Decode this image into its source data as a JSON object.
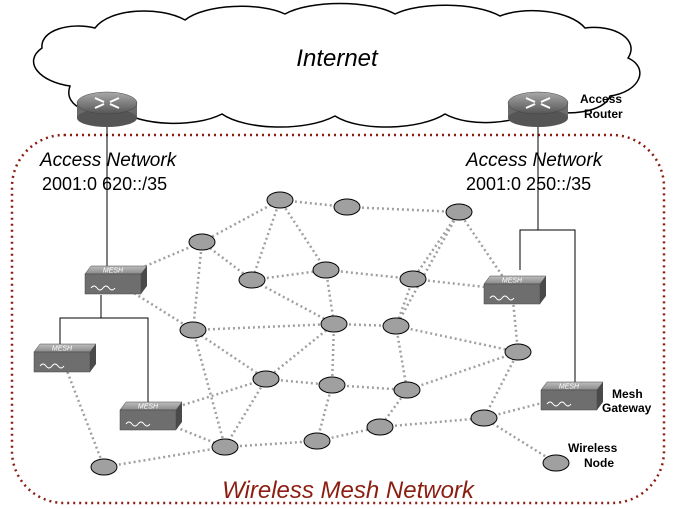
{
  "internet_label": "Internet",
  "left_network": {
    "title": "Access Network",
    "prefix": "2001:0 620::/35"
  },
  "right_network": {
    "title": "Access Network",
    "prefix": "2001:0 250::/35"
  },
  "callouts": {
    "access_router": [
      "Access",
      "Router"
    ],
    "mesh_gateway": [
      "Mesh",
      "Gateway"
    ],
    "wireless_node": [
      "Wireless",
      "Node"
    ]
  },
  "device_label": "MESH",
  "mesh_network_label": "Wireless Mesh Network",
  "colors": {
    "cloud_fill": "#ffffff",
    "boundary": "#8b1e10",
    "node_fill": "#a0a0a0",
    "link": "#a0a0a0",
    "device": "#6e6e6e",
    "title_accent": "#8b1e10"
  }
}
